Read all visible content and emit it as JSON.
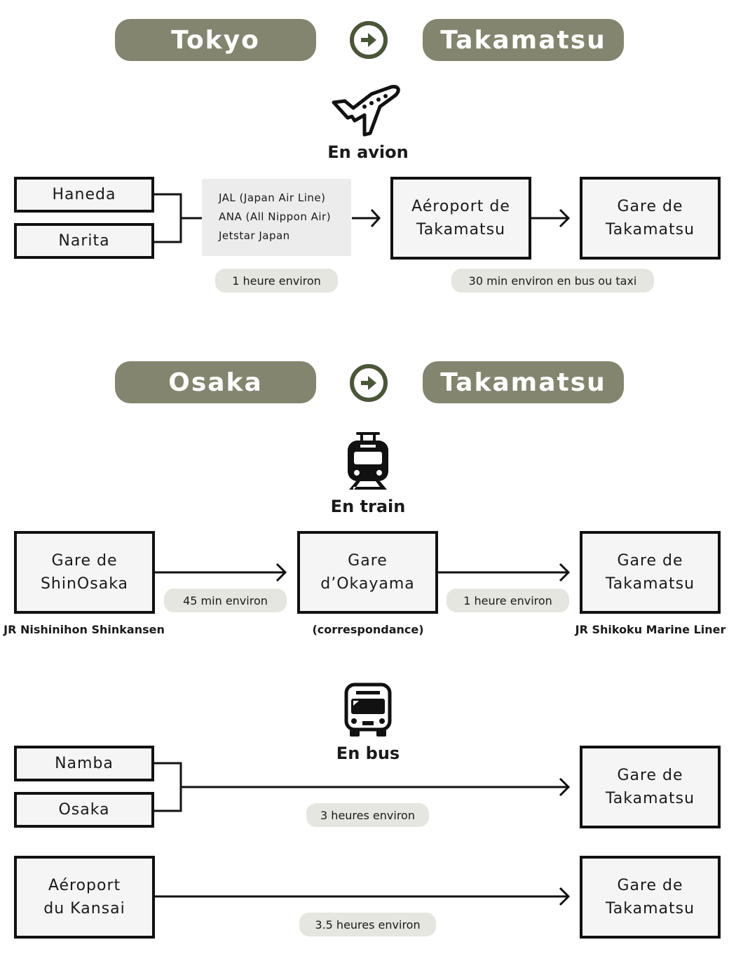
{
  "colors": {
    "pill": "#84856f",
    "arrow_circle": "#4a5638",
    "badge": "#e6e6e0",
    "box_fill": "#f5f5f5",
    "carrier_fill": "#ececec"
  },
  "section1": {
    "from": "Tokyo",
    "to": "Takamatsu",
    "arrow_icon": "arrow-circle-right",
    "mode": {
      "icon": "airplane-icon",
      "label": "En avion"
    },
    "origins": [
      "Haneda",
      "Narita"
    ],
    "carriers": [
      "JAL (Japan Air Line)",
      "ANA (All Nippon Air)",
      "Jetstar Japan"
    ],
    "airport": "Aéroport de\nTakamatsu",
    "station": "Gare de\nTakamatsu",
    "flight_time": "1 heure environ",
    "transfer_time": "30 min environ en bus ou taxi"
  },
  "section2": {
    "from": "Osaka",
    "to": "Takamatsu",
    "arrow_icon": "arrow-circle-right",
    "train": {
      "icon": "train-icon",
      "label": "En train",
      "stations": [
        "Gare de\nShinOsaka",
        "Gare\nd’Okayama",
        "Gare de\nTakamatsu"
      ],
      "captions": [
        "JR Nishinihon Shinkansen",
        "(correspondance)",
        "JR Shikoku Marine Liner"
      ],
      "legs": [
        "45 min environ",
        "1 heure environ"
      ]
    },
    "bus": {
      "icon": "bus-icon",
      "label": "En bus",
      "route1": {
        "origins": [
          "Namba",
          "Osaka"
        ],
        "destination": "Gare de\nTakamatsu",
        "duration": "3 heures environ"
      },
      "route2": {
        "origin": "Aéroport\ndu Kansai",
        "destination": "Gare de\nTakamatsu",
        "duration": "3.5 heures environ"
      }
    }
  }
}
